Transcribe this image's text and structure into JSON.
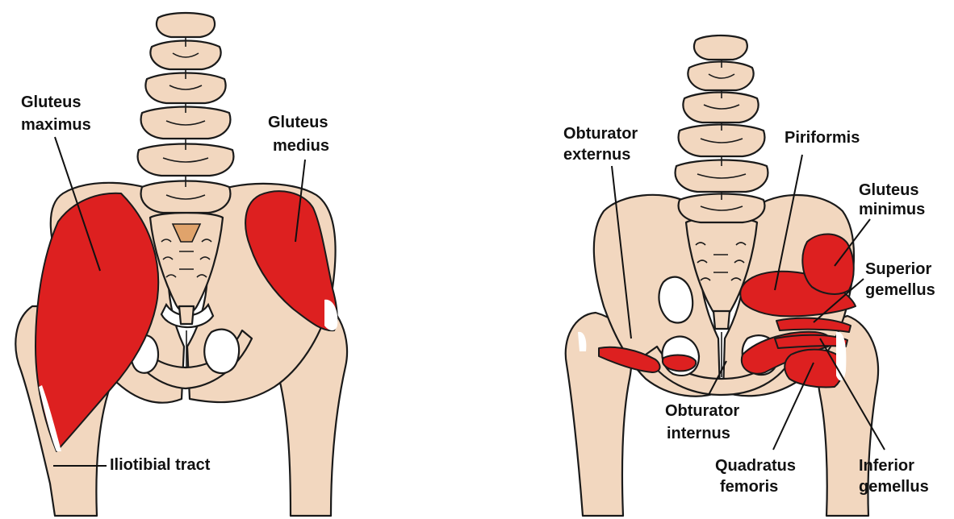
{
  "colors": {
    "muscle": "#dd2020",
    "bone": "#f2d7bf",
    "sacrum_accent": "#e0a36b",
    "outline": "#1a1a1a",
    "background": "#ffffff"
  },
  "left_diagram": {
    "gluteus_maximus": [
      "Gluteus",
      "maximus"
    ],
    "gluteus_medius": [
      "Gluteus",
      "medius"
    ],
    "iliotibial_tract": "Iliotibial tract"
  },
  "right_diagram": {
    "obturator_externus": [
      "Obturator",
      "externus"
    ],
    "piriformis": "Piriformis",
    "gluteus_minimus": [
      "Gluteus",
      "minimus"
    ],
    "superior_gemellus": [
      "Superior",
      "gemellus"
    ],
    "obturator_internus": [
      "Obturator",
      "internus"
    ],
    "quadratus_femoris": [
      "Quadratus",
      "femoris"
    ],
    "inferior_gemellus": [
      "Inferior",
      "gemellus"
    ]
  }
}
